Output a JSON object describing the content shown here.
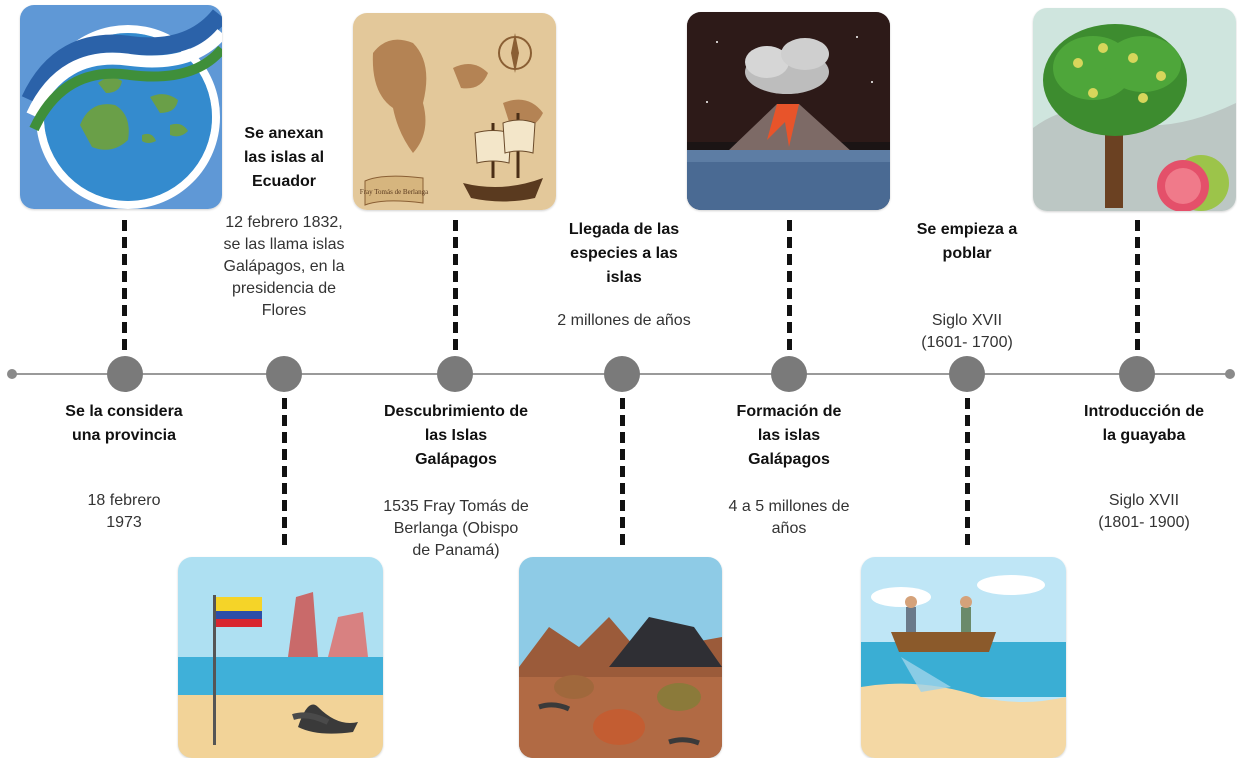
{
  "timeline": {
    "events": [
      {
        "title": "Se la considera una provincia",
        "detail": "18 febrero 1973",
        "image": "galapagos-map-ecuador-flag-ribbon"
      },
      {
        "title": "Se anexan las islas al Ecuador",
        "detail": "12 febrero 1832, se las llama islas Galápagos, en la presidencia de Flores",
        "image": "beach-ecuador-flag-sea-lion"
      },
      {
        "title": "Descubrimiento de las Islas Galápagos",
        "detail": "1535 Fray Tomás de Berlanga (Obispo de Panamá)",
        "image": "old-map-sailing-ship",
        "map_caption": "Fray Tomás de Berlanga"
      },
      {
        "title": "Llegada de las especies a las islas",
        "detail": "2 millones de años",
        "image": "tortoises-iguanas-rocks"
      },
      {
        "title": "Formación de las islas Galápagos",
        "detail": "4 a 5 millones de años",
        "image": "erupting-volcano-night"
      },
      {
        "title": "Se empieza a poblar",
        "detail": "Siglo XVII (1601- 1700)",
        "image": "fishermen-boat-net"
      },
      {
        "title": "Introducción de la guayaba",
        "detail": "Siglo XVII (1801- 1900)",
        "image": "guava-tree-fruit"
      }
    ]
  },
  "colors": {
    "node": "#7a7a7a",
    "axis": "#9a9a9a",
    "connector": "#111111"
  }
}
